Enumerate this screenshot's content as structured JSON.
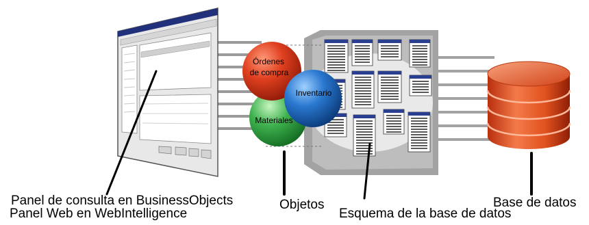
{
  "bubbles": {
    "ordenes_line1": "Órdenes",
    "ordenes_line2": "de compra",
    "inventario": "Inventario",
    "materiales": "Materiales"
  },
  "captions": {
    "panel_line1": "Panel de consulta en BusinessObjects",
    "panel_line2": "Panel Web en WebIntelligence",
    "objetos": "Objetos",
    "esquema": "Esquema de la base de datos",
    "base_datos": "Base de datos"
  },
  "colors": {
    "ordenes": "#d6351c",
    "inventario": "#1d62b5",
    "materiales": "#3aa24a",
    "database": "#e0521f",
    "schema_panel": "#a3a3a3"
  }
}
